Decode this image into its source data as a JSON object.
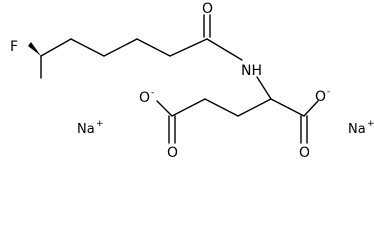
{
  "molecule": {
    "atoms": {
      "fluorine": "F",
      "amide_oxygen": "O",
      "amide_nitrogen": "NH",
      "side_chain_oxygen_minus": "O",
      "side_chain_oxygen": "O",
      "alpha_acid_oxygen_minus": "O",
      "alpha_acid_oxygen": "O"
    },
    "charges": {
      "side_chain_oxygen": "-",
      "alpha_acid_oxygen": "-",
      "sodium_left": "+",
      "sodium_right": "+"
    },
    "counterions": {
      "sodium_left": "Na",
      "sodium_right": "Na"
    },
    "stereo": {
      "fluorine_bond": "wedge"
    }
  }
}
